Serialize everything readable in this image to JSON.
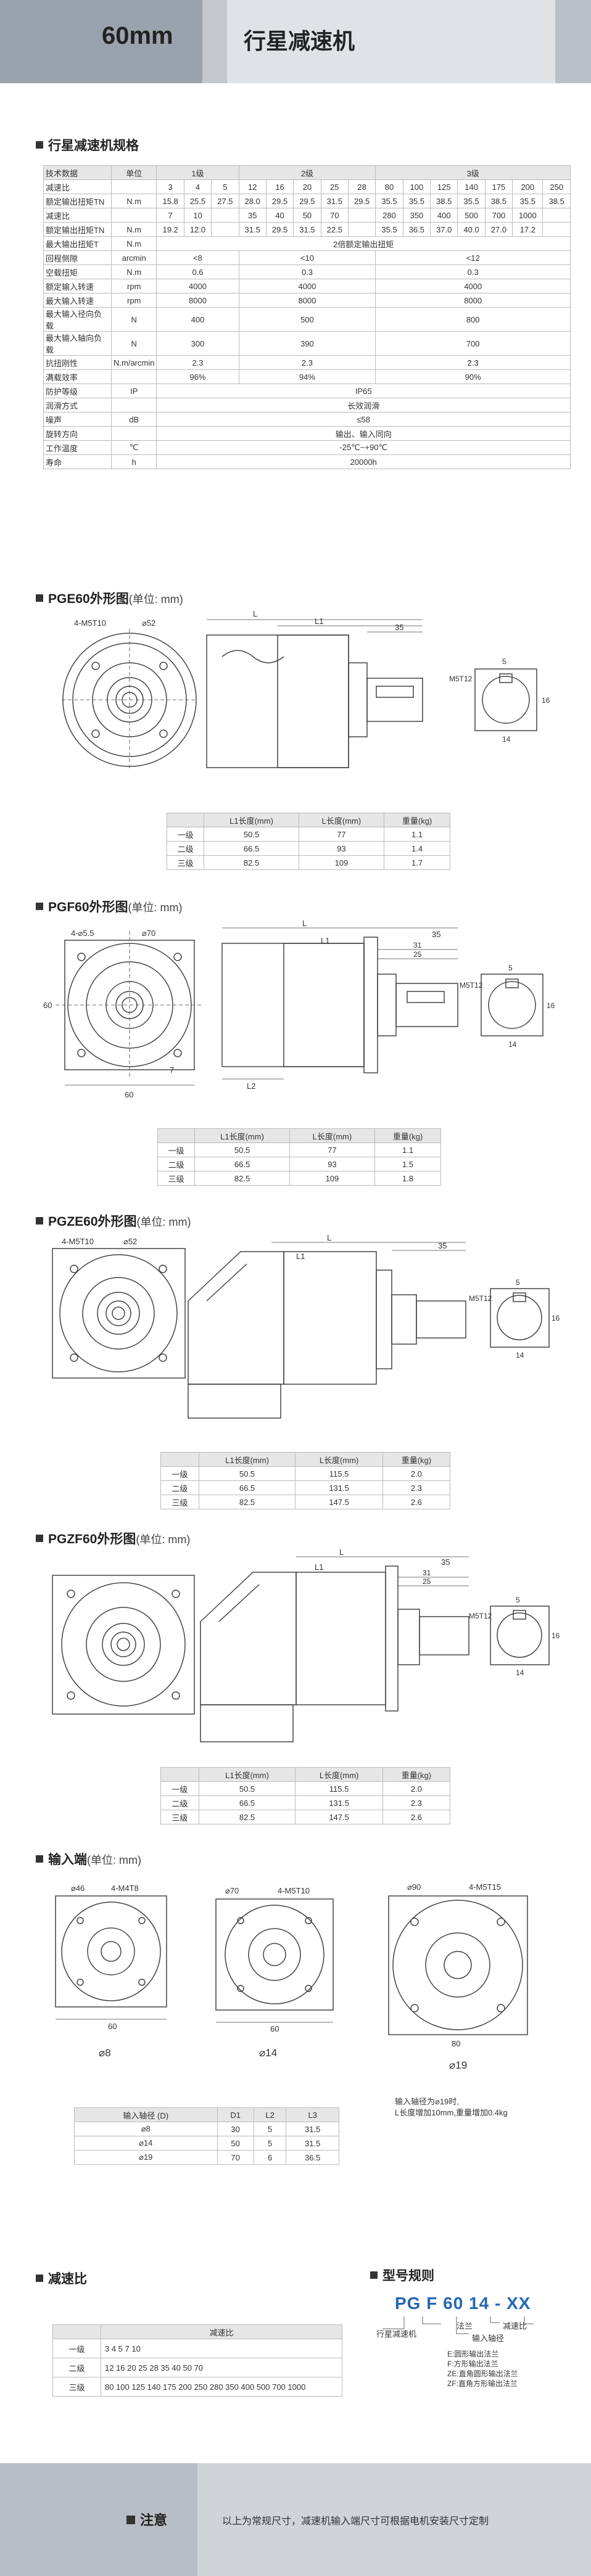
{
  "header": {
    "model": "60mm",
    "title": "行星减速机"
  },
  "spec": {
    "section_title": "行星减速机规格",
    "head": {
      "name": "技术数据",
      "unit": "单位",
      "stage1": "1级",
      "stage2": "2级",
      "stage3": "3级"
    },
    "rows": [
      {
        "label": "减速比",
        "unit": "",
        "cells": [
          "3",
          "4",
          "5",
          "12",
          "16",
          "20",
          "25",
          "28",
          "80",
          "100",
          "125",
          "140",
          "175",
          "200",
          "250"
        ]
      },
      {
        "label": "额定输出扭矩TN",
        "unit": "N.m",
        "cells": [
          "15.8",
          "25.5",
          "27.5",
          "28.0",
          "29.5",
          "29.5",
          "31.5",
          "29.5",
          "35.5",
          "35.5",
          "38.5",
          "35.5",
          "38.5",
          "35.5",
          "38.5"
        ]
      },
      {
        "label": "减速比",
        "unit": "",
        "cells": [
          "7",
          "10",
          "",
          "35",
          "40",
          "50",
          "70",
          "",
          "280",
          "350",
          "400",
          "500",
          "700",
          "1000",
          ""
        ]
      },
      {
        "label": "额定输出扭矩TN",
        "unit": "N.m",
        "cells": [
          "19.2",
          "12.0",
          "",
          "31.5",
          "29.5",
          "31.5",
          "22.5",
          "",
          "35.5",
          "36.5",
          "37.0",
          "40.0",
          "27.0",
          "17.2",
          ""
        ]
      }
    ],
    "peak_label": "最大输出扭矩T",
    "peak_unit": "N.m",
    "peak_value": "2倍额定输出扭矩",
    "merged_rows": [
      {
        "label": "回程侧隙",
        "unit": "arcmin",
        "v1": "<8",
        "v2": "<10",
        "v3": "<12"
      },
      {
        "label": "空载扭矩",
        "unit": "N.m",
        "v1": "0.6",
        "v2": "0.3",
        "v3": "0.3"
      },
      {
        "label": "额定输入转速",
        "unit": "rpm",
        "v1": "4000",
        "v2": "4000",
        "v3": "4000"
      },
      {
        "label": "最大输入转速",
        "unit": "rpm",
        "v1": "8000",
        "v2": "8000",
        "v3": "8000"
      },
      {
        "label": "最大输入径向负载",
        "unit": "N",
        "v1": "400",
        "v2": "500",
        "v3": "800"
      },
      {
        "label": "最大输入轴向负载",
        "unit": "N",
        "v1": "300",
        "v2": "390",
        "v3": "700"
      },
      {
        "label": "抗扭刚性",
        "unit": "N.m/arcmin",
        "v1": "2.3",
        "v2": "2.3",
        "v3": "2.3"
      },
      {
        "label": "满载效率",
        "unit": "",
        "v1": "96%",
        "v2": "94%",
        "v3": "90%"
      }
    ],
    "single_rows": [
      {
        "label": "防护等级",
        "unit": "IP",
        "value": "IP65"
      },
      {
        "label": "润滑方式",
        "unit": "",
        "value": "长效润滑"
      },
      {
        "label": "噪声",
        "unit": "dB",
        "value": "≤58"
      },
      {
        "label": "旋转方向",
        "unit": "",
        "value": "输出、输入同向"
      },
      {
        "label": "工作温度",
        "unit": "℃",
        "value": "-25℃~+90℃"
      },
      {
        "label": "寿命",
        "unit": "h",
        "value": "20000h"
      }
    ]
  },
  "pge": {
    "title": "PGE60外形图",
    "unit": "(单位: mm)",
    "labels": {
      "holes": "4-M5T10",
      "dia": "⌀52",
      "L": "L",
      "L1": "L1",
      "d35": "35",
      "m5t12": "M5T12",
      "d5": "5",
      "d16": "16",
      "d14": "14"
    },
    "head": [
      "",
      "L1长度(mm)",
      "L长度(mm)",
      "重量(kg)"
    ],
    "rows": [
      [
        "一级",
        "50.5",
        "77",
        "1.1"
      ],
      [
        "二级",
        "66.5",
        "93",
        "1.4"
      ],
      [
        "三级",
        "82.5",
        "109",
        "1.7"
      ]
    ]
  },
  "pgf": {
    "title": "PGF60外形图",
    "unit": "(单位: mm)",
    "labels": {
      "holes": "4-⌀5.5",
      "dia": "⌀70",
      "d60a": "60",
      "d60b": "60",
      "d7": "7",
      "L": "L",
      "L1": "L1",
      "L2": "L2",
      "d35": "35",
      "d31": "31",
      "d25": "25",
      "m5t12": "M5T12",
      "d5": "5",
      "d16": "16",
      "d14": "14"
    },
    "head": [
      "",
      "L1长度(mm)",
      "L长度(mm)",
      "重量(kg)"
    ],
    "rows": [
      [
        "一级",
        "50.5",
        "77",
        "1.1"
      ],
      [
        "二级",
        "66.5",
        "93",
        "1.5"
      ],
      [
        "三级",
        "82.5",
        "109",
        "1.8"
      ]
    ]
  },
  "pgze": {
    "title": "PGZE60外形图",
    "unit": "(单位: mm)",
    "labels": {
      "holes": "4-M5T10",
      "dia": "⌀52",
      "L": "L",
      "L1": "L1",
      "d35": "35",
      "m5t12": "M5T12",
      "d5": "5",
      "d16": "16",
      "d14": "14"
    },
    "head": [
      "",
      "L1长度(mm)",
      "L长度(mm)",
      "重量(kg)"
    ],
    "rows": [
      [
        "一级",
        "50.5",
        "115.5",
        "2.0"
      ],
      [
        "二级",
        "66.5",
        "131.5",
        "2.3"
      ],
      [
        "三级",
        "82.5",
        "147.5",
        "2.6"
      ]
    ]
  },
  "pgzf": {
    "title": "PGZF60外形图",
    "unit": "(单位: mm)",
    "labels": {
      "L": "L",
      "L1": "L1",
      "d35": "35",
      "d31": "31",
      "d25": "25",
      "m5t12": "M5T12",
      "d5": "5",
      "d16": "16",
      "d14": "14"
    },
    "head": [
      "",
      "L1长度(mm)",
      "L长度(mm)",
      "重量(kg)"
    ],
    "rows": [
      [
        "一级",
        "50.5",
        "115.5",
        "2.0"
      ],
      [
        "二级",
        "66.5",
        "131.5",
        "2.3"
      ],
      [
        "三级",
        "82.5",
        "147.5",
        "2.6"
      ]
    ]
  },
  "input": {
    "title": "输入端",
    "unit": "(单位: mm)",
    "d8": "⌀8",
    "d14": "⌀14",
    "d19": "⌀19",
    "labels": {
      "a": "⌀46",
      "b": "4-M4T8",
      "c": "⌀70",
      "d": "4-M5T10",
      "e": "⌀90",
      "f": "4-M5T15",
      "w1": "60",
      "w2": "60",
      "w3": "80"
    },
    "note1": "输入轴径为⌀19时,",
    "note2": "L长度增加10mm,重量增加0.4kg",
    "head": [
      "输入轴径 (D)",
      "D1",
      "L2",
      "L3"
    ],
    "rows": [
      [
        "⌀8",
        "30",
        "5",
        "31.5"
      ],
      [
        "⌀14",
        "50",
        "5",
        "31.5"
      ],
      [
        "⌀19",
        "70",
        "6",
        "36.5"
      ]
    ]
  },
  "ratio": {
    "title": "减速比",
    "head": "减速比",
    "rows": [
      {
        "stage": "一级",
        "values": "3  4  5  7  10"
      },
      {
        "stage": "二级",
        "values": "12 16 20 25 28 35 40 50 70"
      },
      {
        "stage": "三级",
        "values": "80 100 125 140 175 200 250 280 350 400 500 700 1000"
      }
    ]
  },
  "code": {
    "title": "型号规则",
    "code": "PG F 60 14 - XX",
    "series": "行星减速机",
    "method": "法兰",
    "shaft": "输入轴径",
    "ratio": "减速比",
    "options": [
      "E:圆形输出法兰",
      "F:方形输出法兰",
      "ZE:直角圆形输出法兰",
      "ZF:直角方形输出法兰"
    ]
  },
  "footer": {
    "label": "注意",
    "text": "以上为常规尺寸，减速机输入端尺寸可根据电机安装尺寸定制"
  }
}
